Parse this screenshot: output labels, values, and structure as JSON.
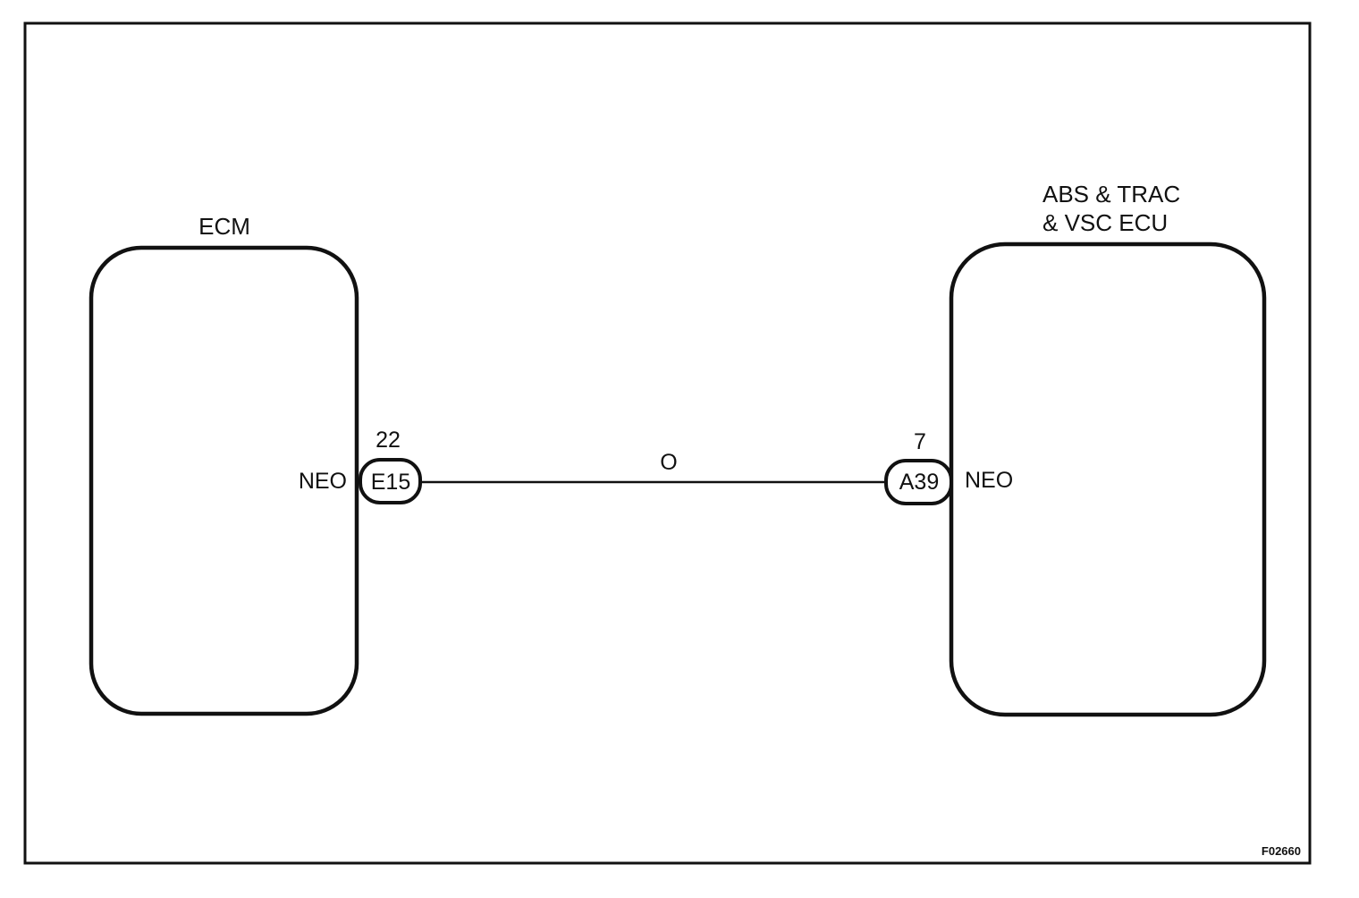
{
  "components": {
    "ecm": {
      "label": "ECM",
      "pin_name": "NEO"
    },
    "abs_ecu": {
      "label_line1": "ABS & TRAC",
      "label_line2": "& VSC ECU",
      "pin_name": "NEO"
    }
  },
  "connectors": {
    "ecm_side": {
      "code": "E15",
      "pin": "22"
    },
    "ecu_side": {
      "code": "A39",
      "pin": "7"
    }
  },
  "wire": {
    "color_code": "O"
  },
  "figure_id": "F02660",
  "colors": {
    "line": "#111111",
    "background": "#ffffff"
  }
}
